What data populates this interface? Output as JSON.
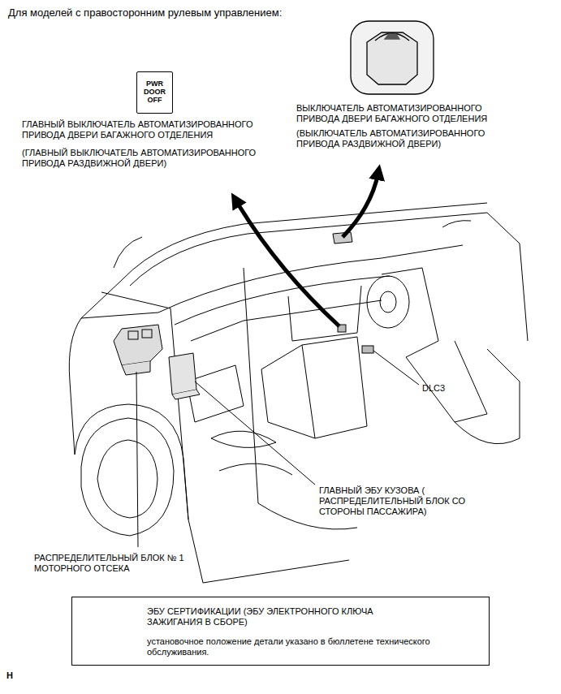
{
  "diagram": {
    "title": "Для моделей с правосторонним рулевым управлением:",
    "nodes": [
      {
        "text": [
          "PWR DOOR OFF"
        ]
      },
      {
        "text": [
          "ЭБУ СЕРТИФИКАЦИИ (ЭБУ ЭЛЕКТРОННОГО КЛЮЧА ЗАЖИГАНИЯ В СБОРЕ)",
          "установочное положение детали указано в бюллетене технического обслуживания."
        ]
      }
    ],
    "labels": [
      "ГЛАВНЫЙ ВЫКЛЮЧАТЕЛЬ АВТОМАТИЗИРОВАННОГО ПРИВОДА ДВЕРИ БАГАЖНОГО ОТДЕЛЕНИЯ",
      "(ГЛАВНЫЙ ВЫКЛЮЧАТЕЛЬ АВТОМАТИЗИРОВАННОГО ПРИВОДА РАЗДВИЖНОЙ ДВЕРИ)",
      "ВЫКЛЮЧАТЕЛЬ АВТОМАТИЗИРОВАННОГО ПРИВОДА ДВЕРИ БАГАЖНОГО ОТДЕЛЕНИЯ",
      "(ВЫКЛЮЧАТЕЛЬ АВТОМАТИЗИРОВАННОГО ПРИВОДА РАЗДВИЖНОЙ ДВЕРИ)",
      "DLC3",
      "ГЛАВНЫЙ ЭБУ КУЗОВА ( РАСПРЕДЕЛИТЕЛЬНЫЙ БЛОК СО СТОРОНЫ ПАССАЖИРА)",
      "РАСПРЕДЕЛИТЕЛЬНЫЙ БЛОК № 1 МОТОРНОГО ОТСЕКА",
      "H"
    ]
  }
}
